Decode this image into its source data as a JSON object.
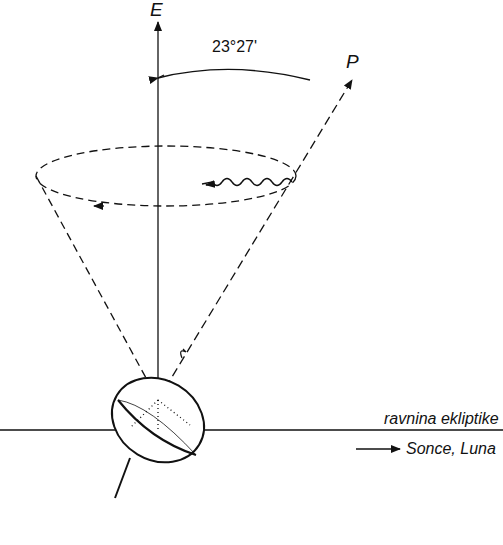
{
  "diagram": {
    "labels": [
      "E",
      "23°27'",
      "P",
      "ravnina ekliptike",
      "Sonce, Luna"
    ]
  }
}
